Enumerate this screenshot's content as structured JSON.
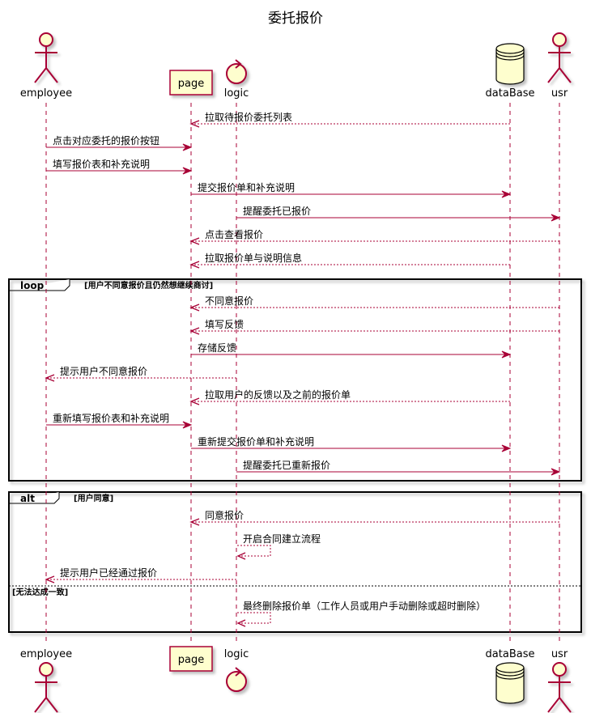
{
  "diagram": {
    "title": "委托报价",
    "colors": {
      "line": "#A80036",
      "participant_fill": "#FEFECE",
      "frame": "#000000",
      "background": "#FFFFFF"
    },
    "participants": [
      {
        "id": "employee",
        "label": "employee",
        "kind": "actor"
      },
      {
        "id": "page",
        "label": "page",
        "kind": "box"
      },
      {
        "id": "logic",
        "label": "logic",
        "kind": "control"
      },
      {
        "id": "dataBase",
        "label": "dataBase",
        "kind": "database"
      },
      {
        "id": "usr",
        "label": "usr",
        "kind": "actor"
      }
    ],
    "messages": [
      {
        "from": "dataBase",
        "to": "page",
        "label": "拉取待报价委托列表",
        "style": "dashed"
      },
      {
        "from": "employee",
        "to": "page",
        "label": "点击对应委托的报价按钮",
        "style": "solid"
      },
      {
        "from": "employee",
        "to": "page",
        "label": "填写报价表和补充说明",
        "style": "solid"
      },
      {
        "from": "page",
        "to": "dataBase",
        "label": "提交报价单和补充说明",
        "style": "solid"
      },
      {
        "from": "logic",
        "to": "usr",
        "label": "提醒委托已报价",
        "style": "solid"
      },
      {
        "from": "usr",
        "to": "page",
        "label": "点击查看报价",
        "style": "dashed"
      },
      {
        "from": "dataBase",
        "to": "page",
        "label": "拉取报价单与说明信息",
        "style": "dashed"
      },
      {
        "from": "usr",
        "to": "page",
        "label": "不同意报价",
        "style": "dashed"
      },
      {
        "from": "usr",
        "to": "page",
        "label": "填写反馈",
        "style": "dashed"
      },
      {
        "from": "page",
        "to": "dataBase",
        "label": "存储反馈",
        "style": "solid"
      },
      {
        "from": "logic",
        "to": "employee",
        "label": "提示用户不同意报价",
        "style": "dashed"
      },
      {
        "from": "dataBase",
        "to": "page",
        "label": "拉取用户的反馈以及之前的报价单",
        "style": "dashed"
      },
      {
        "from": "employee",
        "to": "page",
        "label": "重新填写报价表和补充说明",
        "style": "solid"
      },
      {
        "from": "page",
        "to": "dataBase",
        "label": "重新提交报价单和补充说明",
        "style": "solid"
      },
      {
        "from": "logic",
        "to": "usr",
        "label": "提醒委托已重新报价",
        "style": "solid"
      },
      {
        "from": "usr",
        "to": "page",
        "label": "同意报价",
        "style": "dashed"
      },
      {
        "from": "logic",
        "to": "logic",
        "label": "开启合同建立流程",
        "style": "dashed"
      },
      {
        "from": "logic",
        "to": "employee",
        "label": "提示用户已经通过报价",
        "style": "dashed"
      },
      {
        "from": "logic",
        "to": "logic",
        "label": "最终删除报价单（工作人员或用户手动删除或超时删除）",
        "style": "dashed"
      }
    ],
    "fragments": [
      {
        "keyword": "loop",
        "condition": "[用户不同意报价且仍然想继续商讨]",
        "first_message": 7,
        "last_message": 14
      },
      {
        "keyword": "alt",
        "condition": "[用户同意]",
        "first_message": 15,
        "last_message": 18,
        "else_condition": "[无法达成一致]",
        "else_before_message": 18
      }
    ]
  }
}
